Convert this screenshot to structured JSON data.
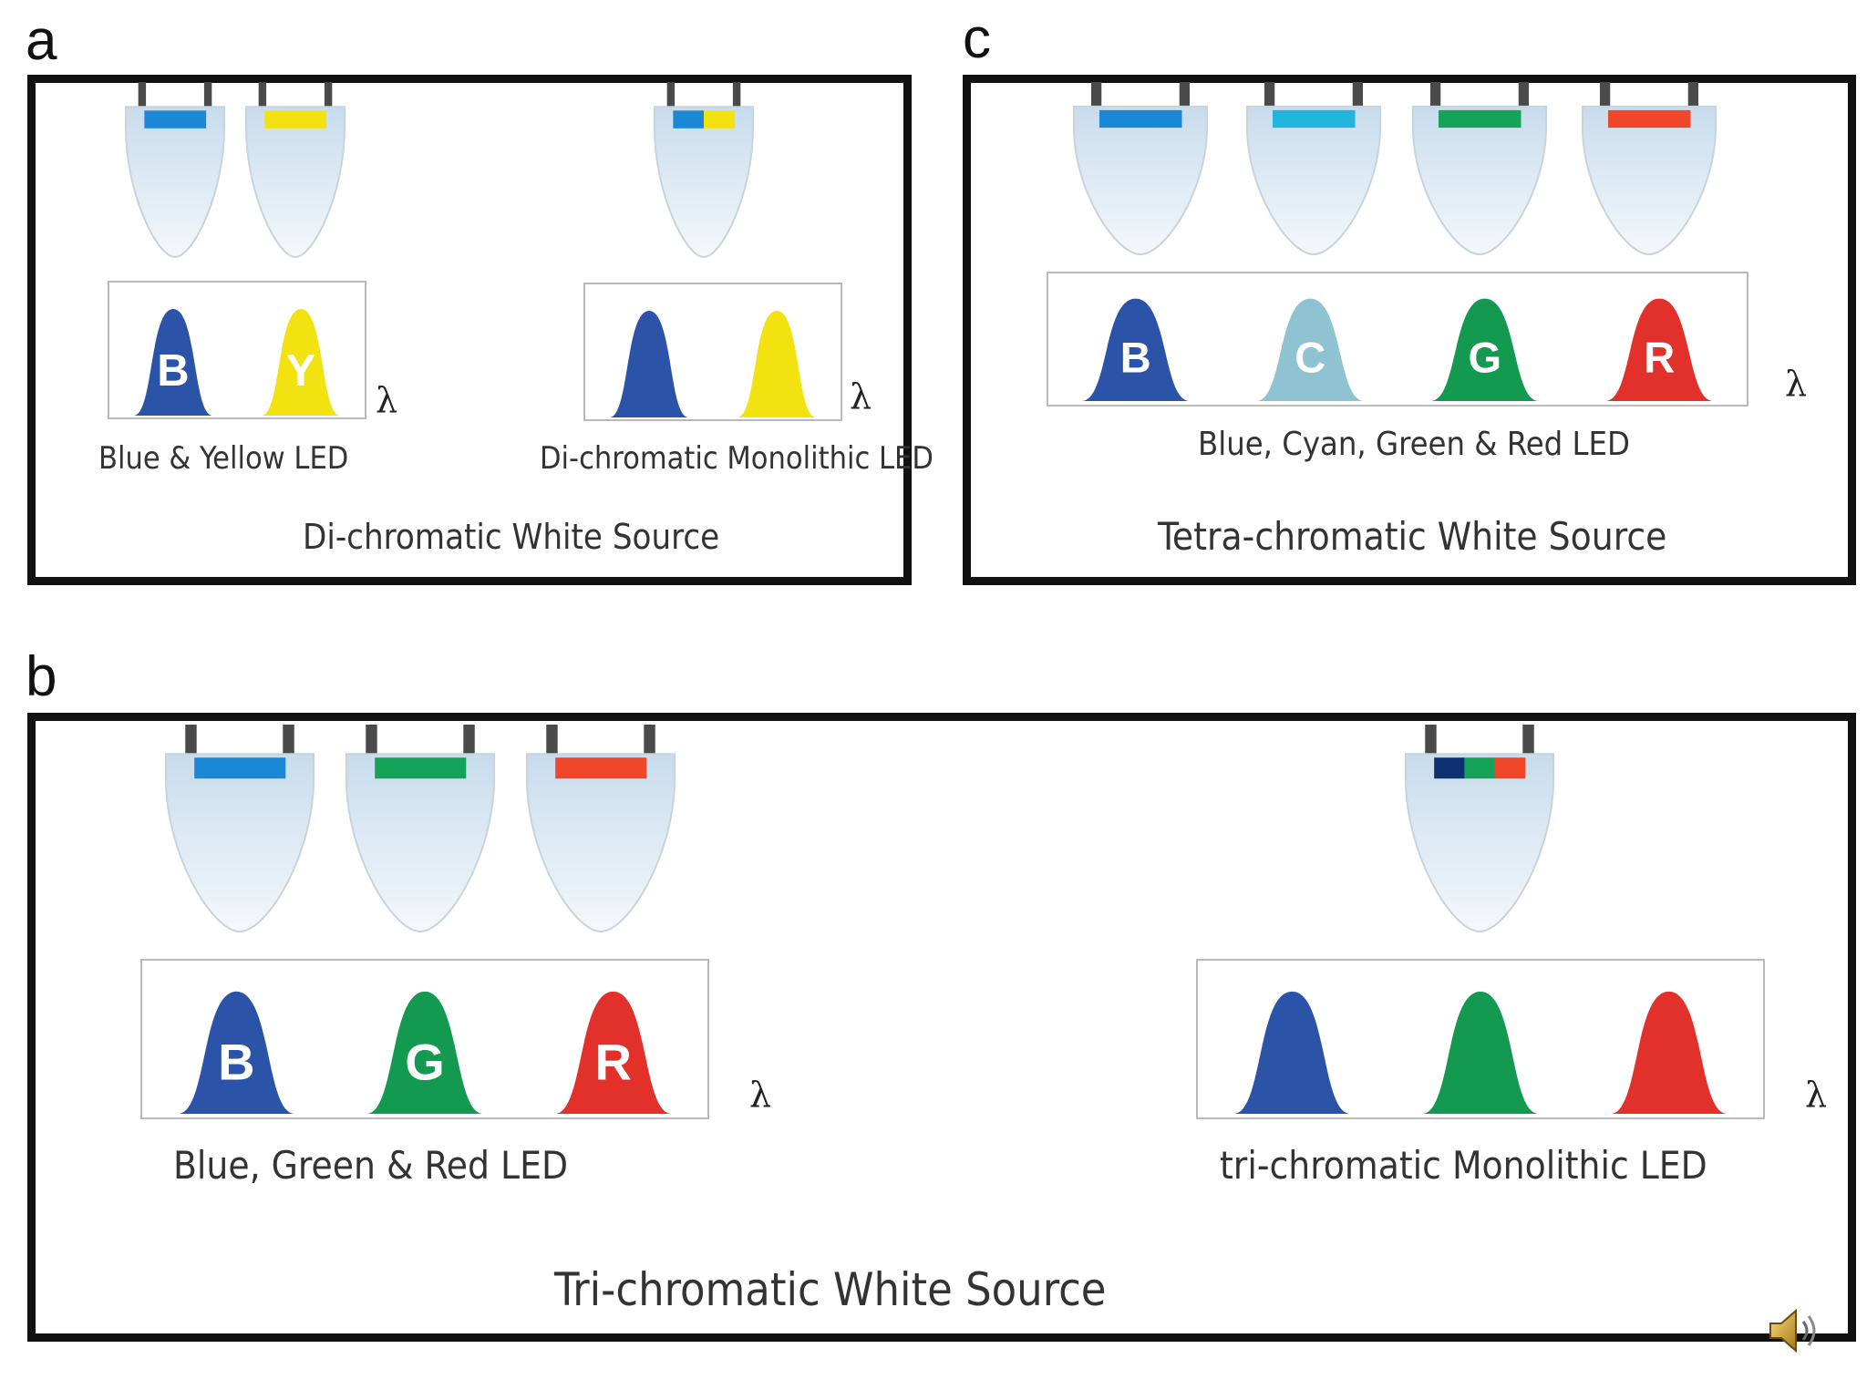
{
  "colors": {
    "blue": "#2b54a8",
    "yellow": "#f2e20f",
    "cyan": "#8fc3d2",
    "green": "#139a50",
    "red": "#e2302a",
    "chip_blue": "#1b88d6",
    "chip_cyan": "#1fb5dc",
    "chip_green": "#15a35a",
    "chip_red": "#f0472a",
    "chip_navy": "#0d2f74"
  },
  "panels": {
    "a": {
      "letter": "a",
      "title": "Di-chromatic White Source",
      "groups": [
        {
          "caption": "Blue & Yellow LED",
          "peaks": [
            "B",
            "Y"
          ]
        },
        {
          "caption": "Di-chromatic Monolithic LED",
          "peaks": [
            "",
            ""
          ]
        }
      ]
    },
    "b": {
      "letter": "b",
      "title": "Tri-chromatic White Source",
      "groups": [
        {
          "caption": "Blue, Green & Red LED",
          "peaks": [
            "B",
            "G",
            "R"
          ]
        },
        {
          "caption": "tri-chromatic Monolithic LED",
          "peaks": [
            "",
            "",
            ""
          ]
        }
      ]
    },
    "c": {
      "letter": "c",
      "title": "Tetra-chromatic White Source",
      "groups": [
        {
          "caption": "Blue, Cyan, Green & Red LED",
          "peaks": [
            "B",
            "C",
            "G",
            "R"
          ]
        }
      ]
    }
  },
  "axis_symbol": "λ",
  "icons": {
    "speaker": "speaker-icon",
    "led": "led-bulb-icon"
  }
}
